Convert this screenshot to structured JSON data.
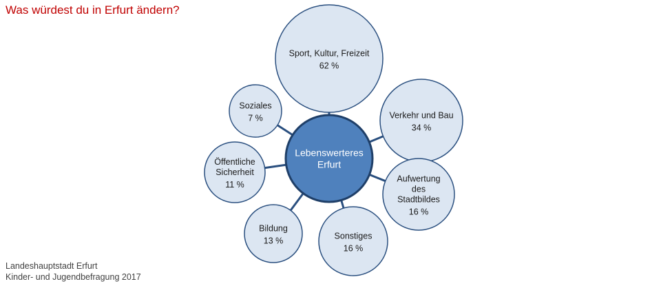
{
  "title": "Was würdest du in Erfurt ändern?",
  "center": {
    "lines": [
      "Lebenswerteres",
      "Erfurt"
    ]
  },
  "categories": [
    {
      "label": [
        "Sport, Kultur, Freizeit"
      ],
      "value": "62 %"
    },
    {
      "label": [
        "Verkehr und Bau"
      ],
      "value": "34 %"
    },
    {
      "label": [
        "Aufwertung",
        "des",
        "Stadtbildes"
      ],
      "value": "16 %"
    },
    {
      "label": [
        "Sonstiges"
      ],
      "value": "16 %"
    },
    {
      "label": [
        "Bildung"
      ],
      "value": "13 %"
    },
    {
      "label": [
        "Öffentliche",
        "Sicherheit"
      ],
      "value": "11 %"
    },
    {
      "label": [
        "Soziales"
      ],
      "value": "7 %"
    }
  ],
  "footer": {
    "line1": "Landeshauptstadt Erfurt",
    "line2": "Kinder- und Jugendbefragung 2017"
  },
  "colors": {
    "title": "#c00000",
    "center_fill": "#4f81bd",
    "center_stroke": "#1f3f68",
    "bubble_fill": "#dce6f2",
    "bubble_stroke": "#2a4f7f",
    "connector": "#2a4f7f"
  }
}
